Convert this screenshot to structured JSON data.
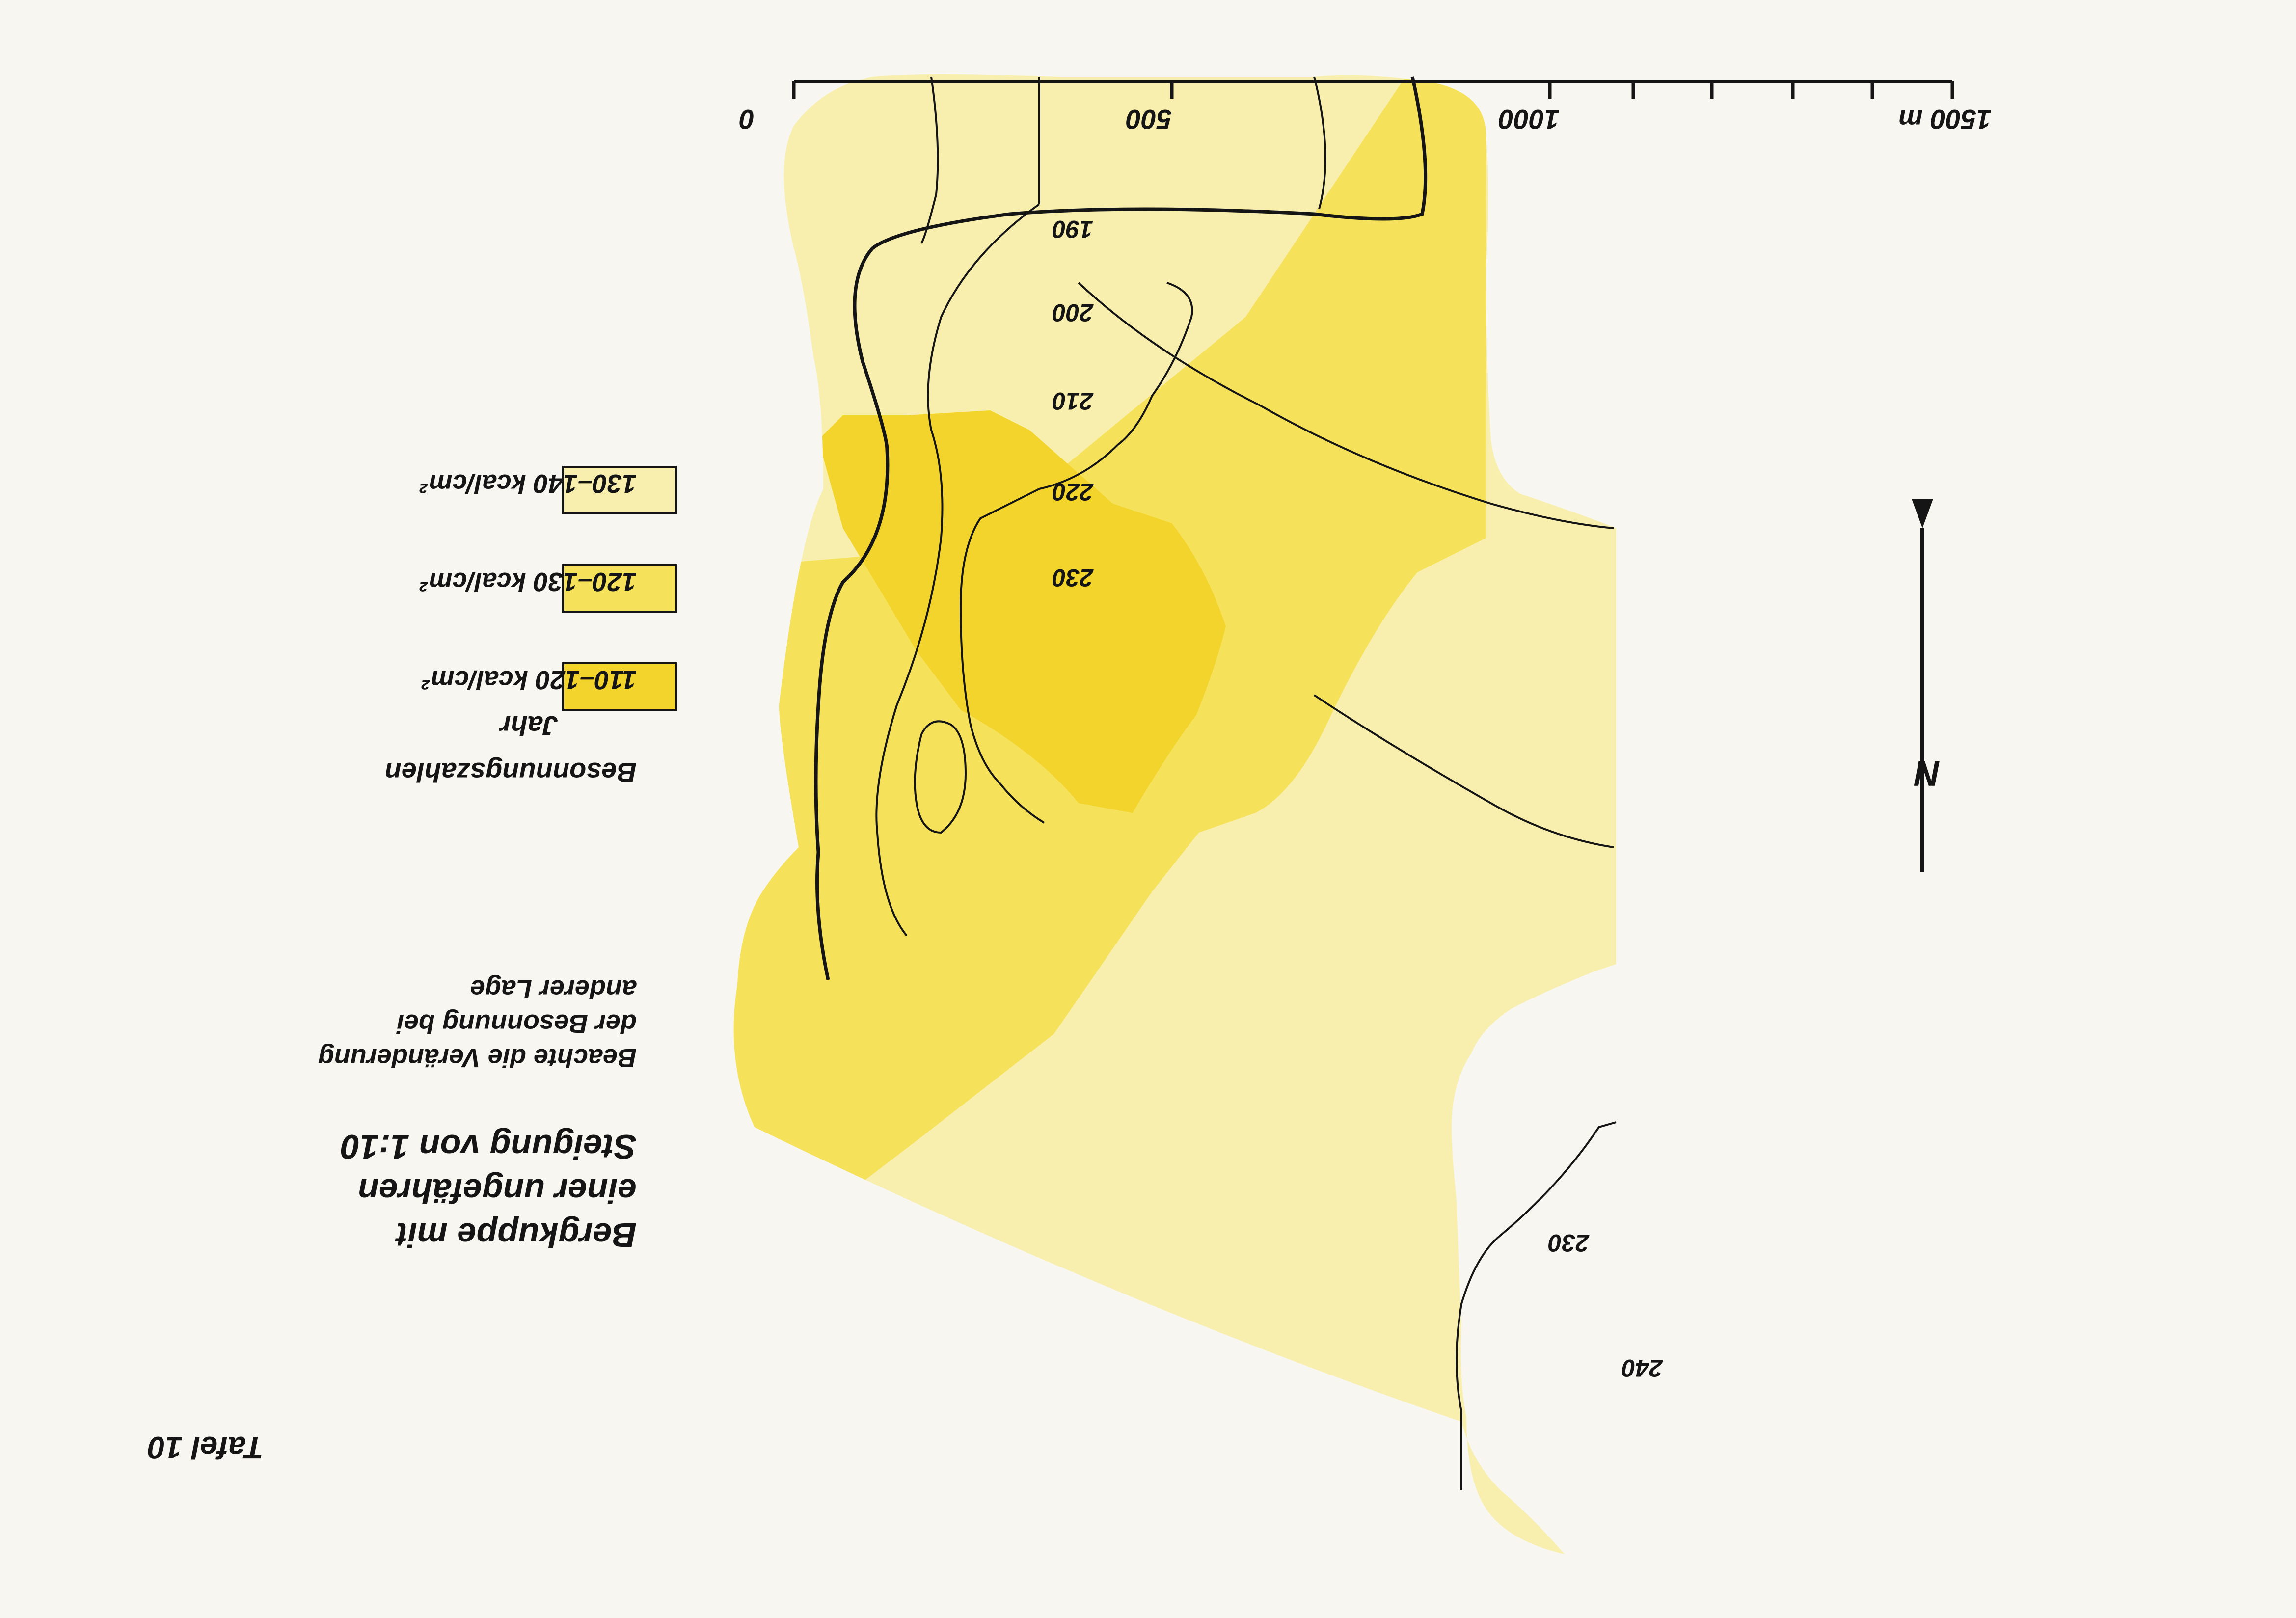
{
  "plate": {
    "label": "Tafel 10"
  },
  "title": {
    "line1": "Bergkuppe mit",
    "line2": "einer ungefähren",
    "line3": "Steigung von 1:10"
  },
  "note": {
    "line1": "Beachte die Veränderung",
    "line2": "der Besonnung bei",
    "line3": "anderer Lage"
  },
  "legend": {
    "heading1": "Besonnungszahlen",
    "heading2": "Jahr",
    "items": [
      {
        "label": "110–120 kcal/cm²",
        "color": "#f2d42c"
      },
      {
        "label": "120–130 kcal/cm²",
        "color": "#f5e15a"
      },
      {
        "label": "130–140 kcal/cm²",
        "color": "#f8efae"
      }
    ]
  },
  "scalebar": {
    "ticks": [
      "0",
      "500",
      "1000",
      "1500 m"
    ]
  },
  "north": {
    "label": "N"
  },
  "contours": {
    "labels": [
      "190",
      "200",
      "210",
      "220",
      "230",
      "230",
      "240"
    ]
  },
  "colors": {
    "paper": "#f7f6f0",
    "ink": "#151515",
    "zone_dark": "#f2d42c",
    "zone_mid": "#f5e15a",
    "zone_light": "#f8efae"
  }
}
